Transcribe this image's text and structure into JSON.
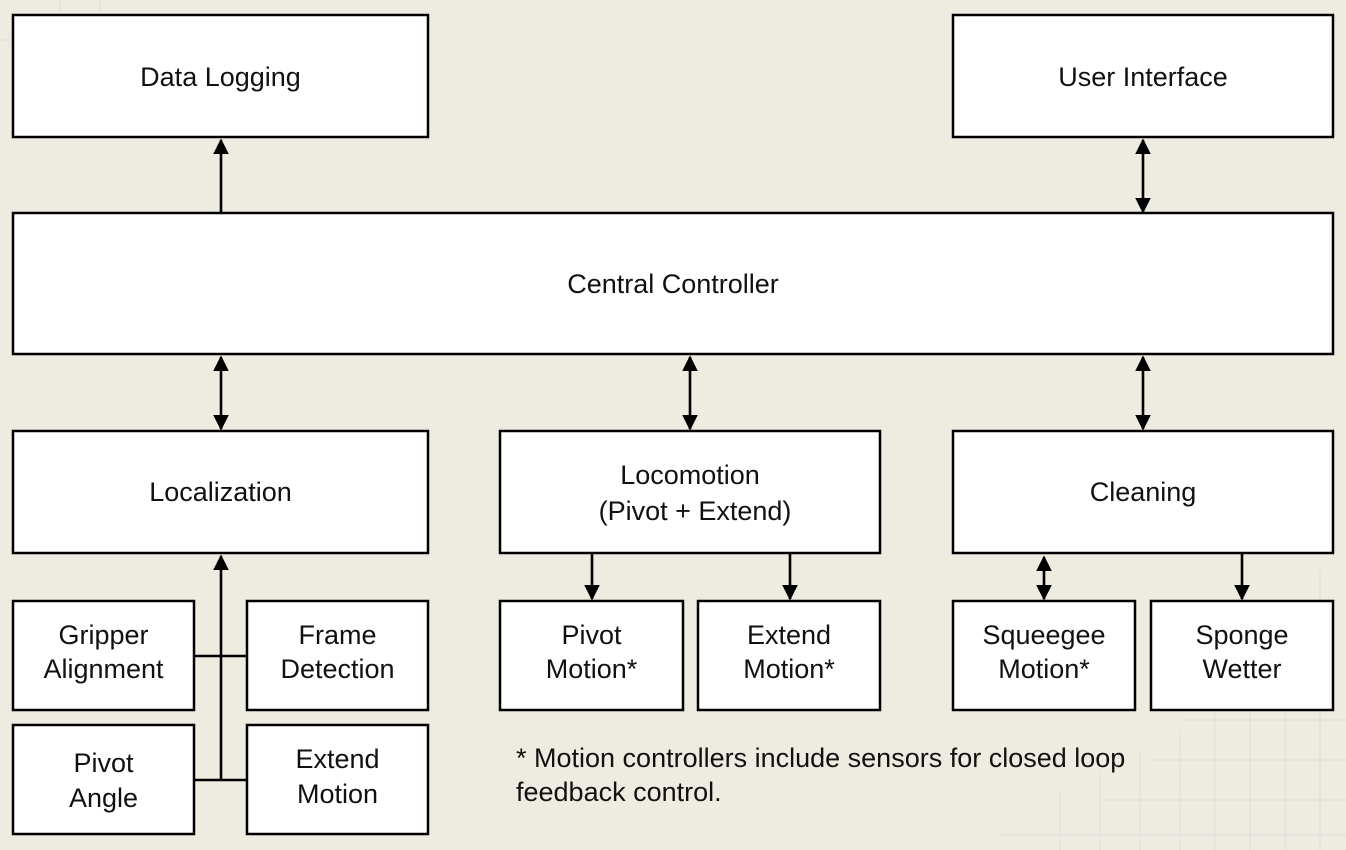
{
  "diagram": {
    "data_logging": "Data Logging",
    "user_interface": "User Interface",
    "central_controller": "Central Controller",
    "localization": "Localization",
    "locomotion": {
      "line1": "Locomotion",
      "line2": "(Pivot + Extend)"
    },
    "cleaning": "Cleaning",
    "gripper_alignment": {
      "line1": "Gripper",
      "line2": "Alignment"
    },
    "frame_detection": {
      "line1": "Frame",
      "line2": "Detection"
    },
    "pivot_angle": {
      "line1": "Pivot",
      "line2": "Angle"
    },
    "extend_motion_sensor": {
      "line1": "Extend",
      "line2": "Motion"
    },
    "pivot_motion": {
      "line1": "Pivot",
      "line2": "Motion*"
    },
    "extend_motion": {
      "line1": "Extend",
      "line2": "Motion*"
    },
    "squeegee_motion": {
      "line1": "Squeegee",
      "line2": "Motion*"
    },
    "sponge_wetter": {
      "line1": "Sponge",
      "line2": "Wetter"
    }
  },
  "footnote": {
    "line1": "* Motion controllers include sensors for closed loop",
    "line2": "feedback control."
  }
}
